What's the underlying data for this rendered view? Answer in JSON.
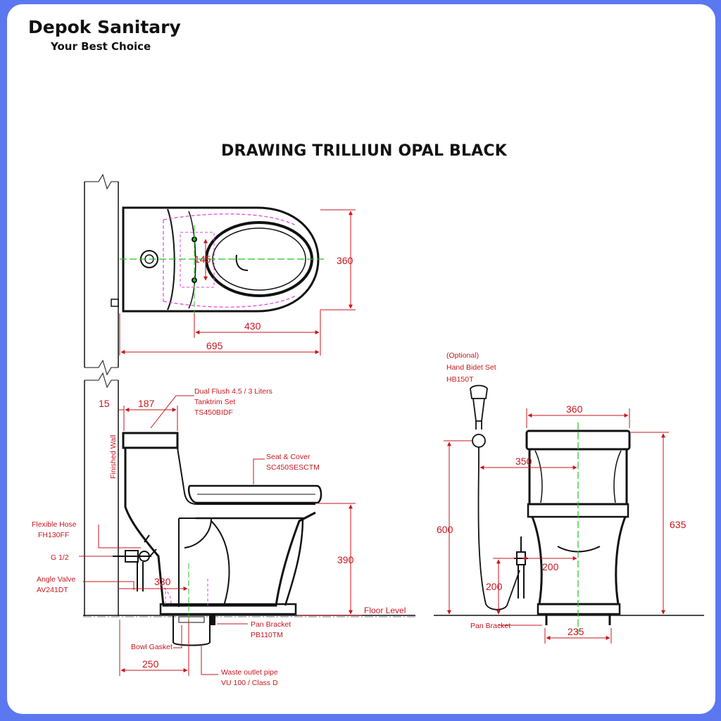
{
  "header": {
    "brand": "Depok Sanitary",
    "tagline": "Your Best Choice",
    "title": "DRAWING TRILLIUN OPAL BLACK"
  },
  "colors": {
    "accent": "#c8161e",
    "frame": "#5b78f0",
    "centerline": "#22c322",
    "hidden": "#e040e0"
  },
  "dimensions": {
    "top_width": "360",
    "top_145": "145",
    "top_430": "430",
    "top_695": "695",
    "side_15": "15",
    "side_187": "187",
    "side_390": "390",
    "side_330": "330",
    "side_250": "250",
    "front_360": "360",
    "front_350": "350",
    "front_600": "600",
    "front_635": "635",
    "front_200a": "200",
    "front_200b": "200",
    "front_235": "235"
  },
  "labels": {
    "dual_flush": [
      "Dual Flush 4.5 / 3 Liters",
      "Tanktrim Set",
      "TS450BIDF"
    ],
    "seat_cover": [
      "Seat & Cover",
      "SC450SESCTM"
    ],
    "finished_wall": "Finished Wall",
    "flexible_hose": [
      "Flexible Hose",
      "FH130FF"
    ],
    "g_half": "G 1/2",
    "angle_valve": [
      "Angle Valve",
      "AV241DT"
    ],
    "floor_level": "Floor Level",
    "pan_bracket_side": [
      "Pan Bracket",
      "PB110TM"
    ],
    "bowl_gasket": "Bowl Gasket",
    "waste_outlet": [
      "Waste outlet pipe",
      "VU 100 / Class D"
    ],
    "hand_bidet": [
      "(Optional)",
      "Hand Bidet Set",
      "HB150T"
    ],
    "pan_bracket_front": "Pan Bracket"
  }
}
